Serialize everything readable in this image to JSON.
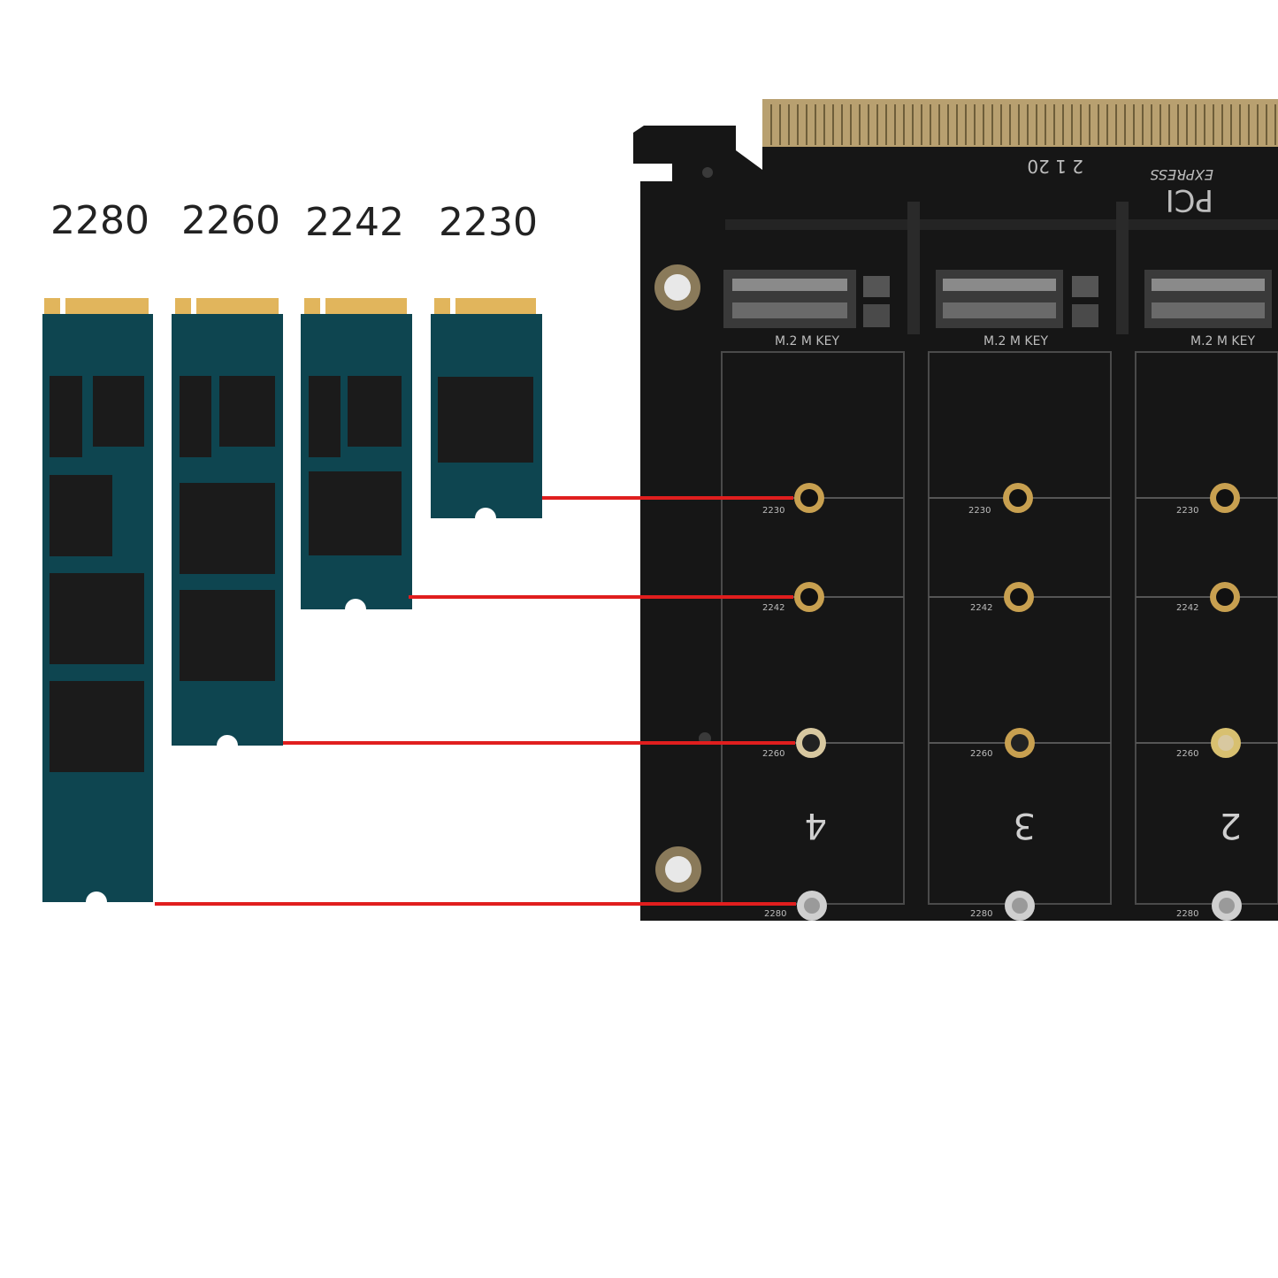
{
  "ssd_sizes": [
    {
      "label": "2280"
    },
    {
      "label": "2260"
    },
    {
      "label": "2242"
    },
    {
      "label": "2230"
    }
  ],
  "board": {
    "logo_pci": "PCI",
    "logo_express": "EXPRESS",
    "code": "2 1 20",
    "slot_key_label": "M.2 M KEY",
    "slot_numbers": [
      "4",
      "3",
      "2"
    ],
    "standoff_labels": [
      "2230",
      "2242",
      "2260",
      "2280"
    ]
  },
  "colors": {
    "ssd_pcb": "#0e4550",
    "ssd_chip": "#1b1b1b",
    "gold_contacts": "#e1b55c",
    "board": "#161616",
    "pointer_line": "#e01e1e",
    "standoff_ring": "#c8a050"
  }
}
